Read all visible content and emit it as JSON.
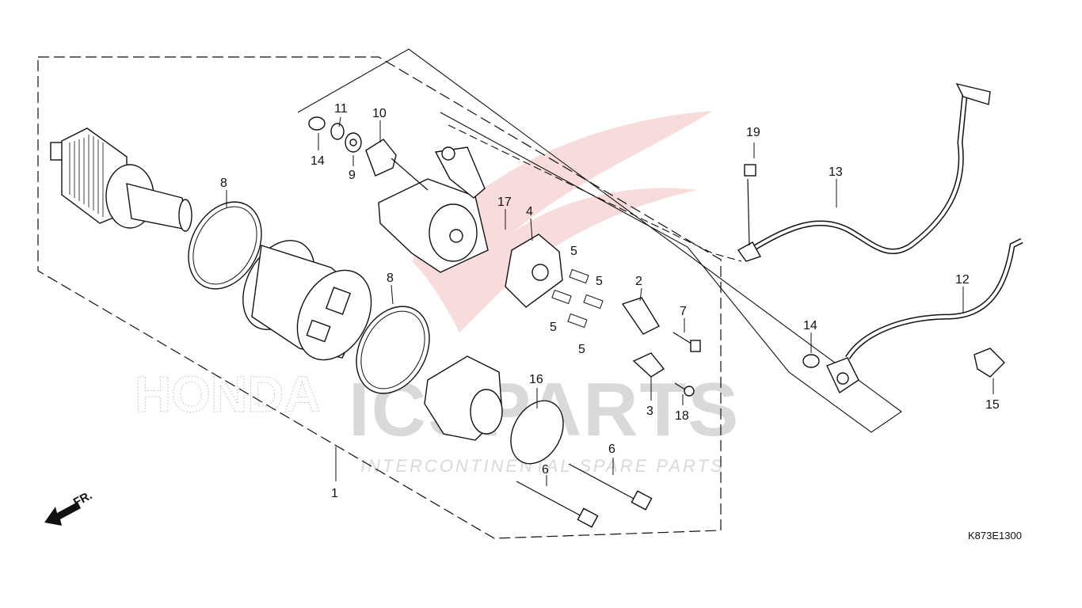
{
  "diagram": {
    "code": "K873E1300",
    "direction_label": "FR.",
    "watermark": {
      "brand": "ICSPARTS",
      "tagline": "INTERCONTINENTAL SPARE PARTS",
      "badge": "HONDA"
    },
    "callouts": {
      "c1": "1",
      "c2": "2",
      "c3": "3",
      "c4": "4",
      "c5a": "5",
      "c5b": "5",
      "c5c": "5",
      "c5d": "5",
      "c6a": "6",
      "c6b": "6",
      "c7": "7",
      "c8a": "8",
      "c8b": "8",
      "c9": "9",
      "c10": "10",
      "c11": "11",
      "c12": "12",
      "c13": "13",
      "c14a": "14",
      "c14b": "14",
      "c15": "15",
      "c16": "16",
      "c17": "17",
      "c18": "18",
      "c19": "19"
    }
  }
}
